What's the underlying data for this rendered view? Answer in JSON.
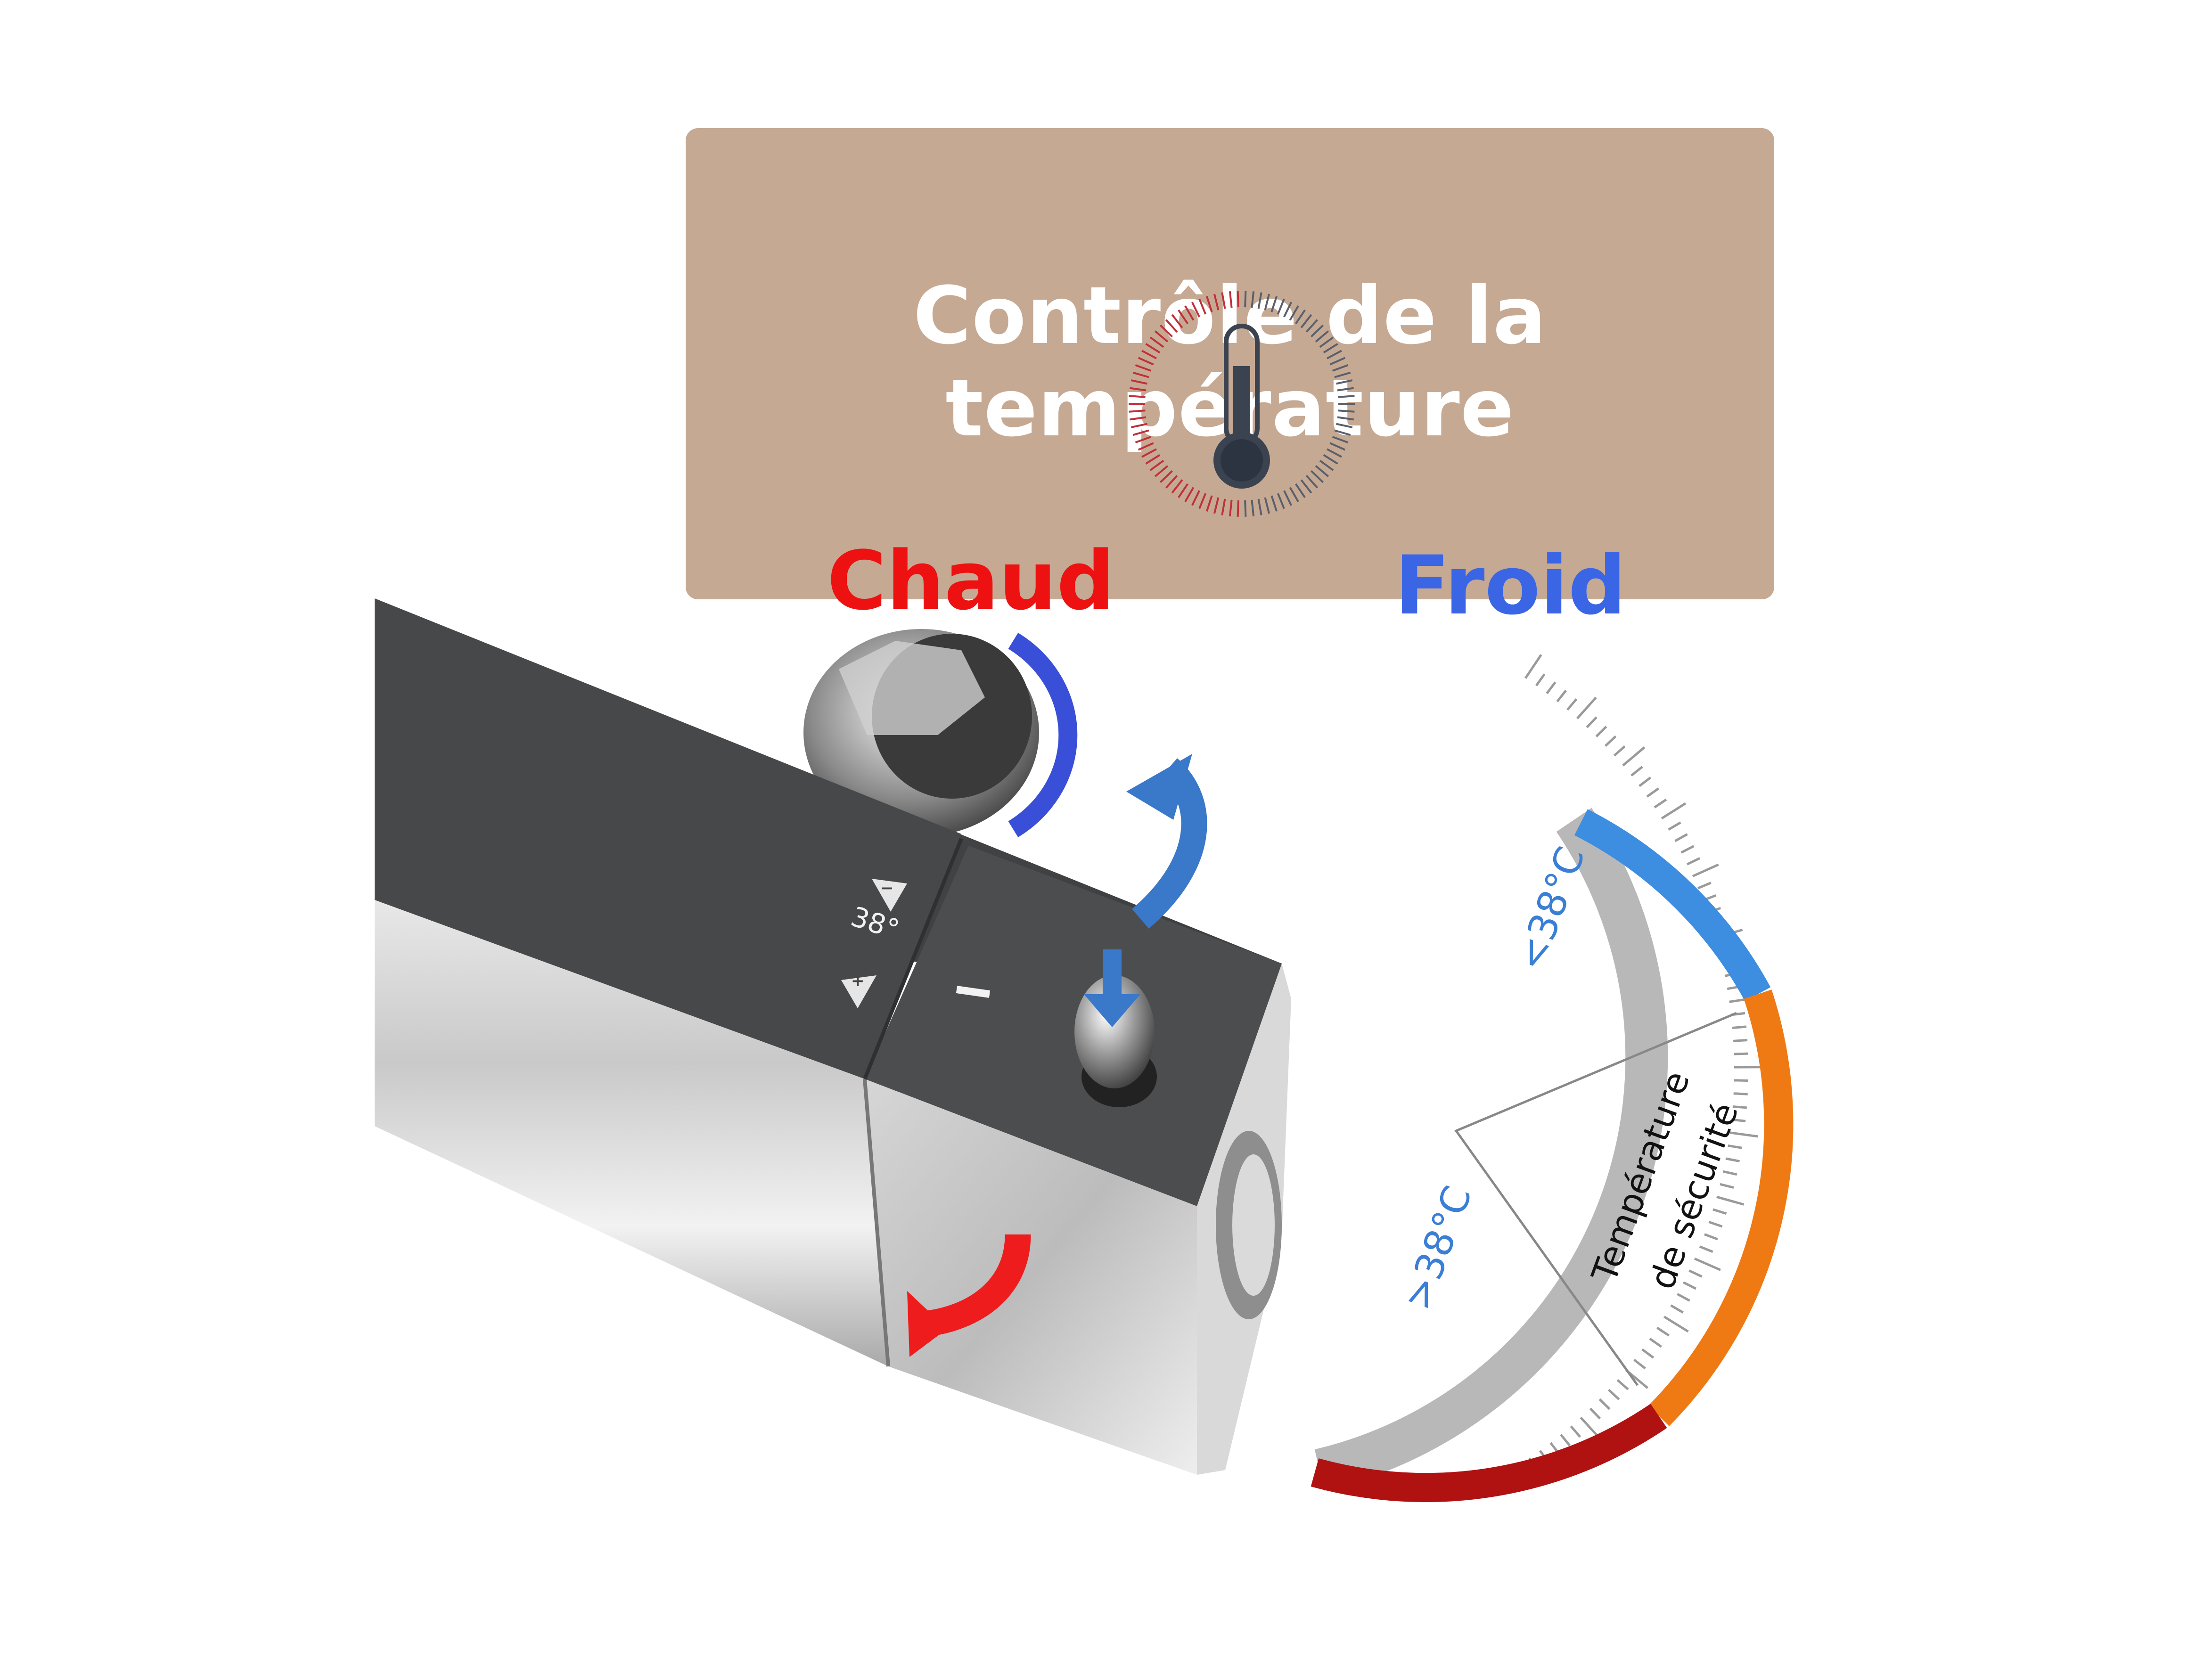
{
  "banner": {
    "title": "Contrôle de la température",
    "hot_label": "Chaud",
    "cold_label": "Froid",
    "icon": "thermometer-icon"
  },
  "valve": {
    "setpoint_label": "38°",
    "minus_symbol": "−",
    "plus_symbol": "+",
    "turn_cold_arrow": "curved-arrow-up-icon",
    "turn_hot_arrow": "curved-arrow-down-icon",
    "safety_button_arrow": "arrow-down-icon"
  },
  "gauge": {
    "cold_range_label": "<38°C",
    "hot_range_label": ">38°C",
    "safety_label_line1": "Température",
    "safety_label_line2": "de sécurité"
  },
  "colors": {
    "banner_bg": "#c6a993",
    "hot": "#ee1111",
    "cold": "#3a66e6",
    "arc_blue": "#3d8de0",
    "arc_orange": "#ef7a14",
    "arc_red": "#b01212"
  }
}
